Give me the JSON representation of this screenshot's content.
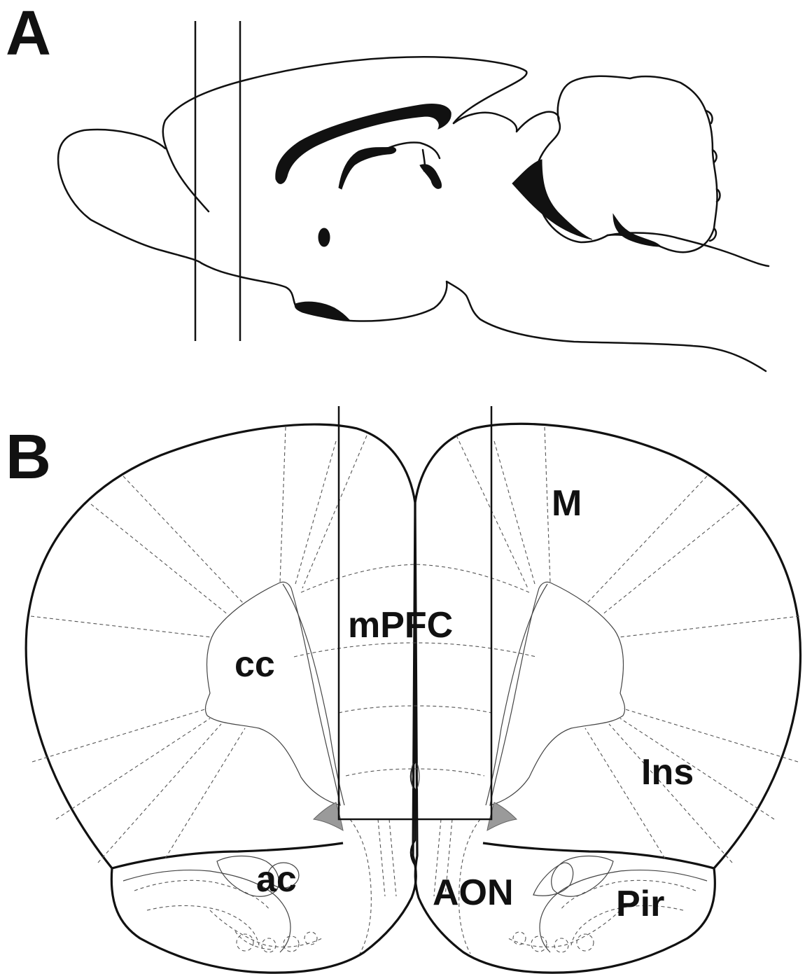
{
  "panels": {
    "a": {
      "label": "A"
    },
    "b": {
      "label": "B"
    }
  },
  "regions": {
    "mpfc": "mPFC",
    "cc": "cc",
    "m": "M",
    "ins": "Ins",
    "ac": "ac",
    "aon": "AON",
    "pir": "Pir"
  },
  "colors": {
    "line": "#111111",
    "ventricle_fill": "#111111",
    "highlight_fill": "#9a9a9a",
    "background": "#ffffff"
  }
}
